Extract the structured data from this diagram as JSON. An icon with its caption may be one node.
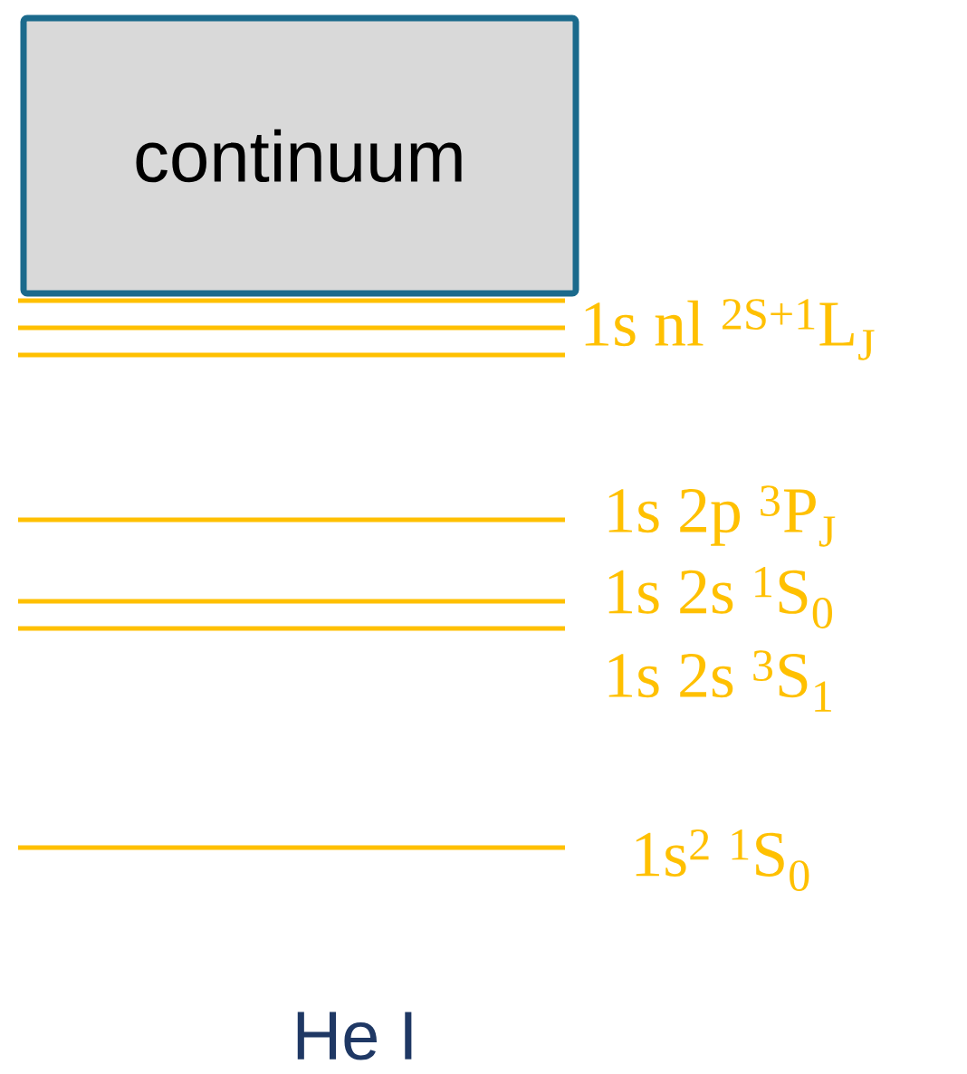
{
  "diagram": {
    "caption": "He I",
    "nodes": [
      {
        "text": [
          "continuum"
        ]
      }
    ],
    "labels": [
      "1s nl $^{2S+1}$L$_{J}$",
      "1s 2p $^{3}$P$_{J}$",
      "1s 2s $^{1}$S$_{0}$",
      "1s 2s $^{3}$S$_{1}$",
      "1s$^{2}$ $^{1}$S$_{0}$"
    ]
  }
}
